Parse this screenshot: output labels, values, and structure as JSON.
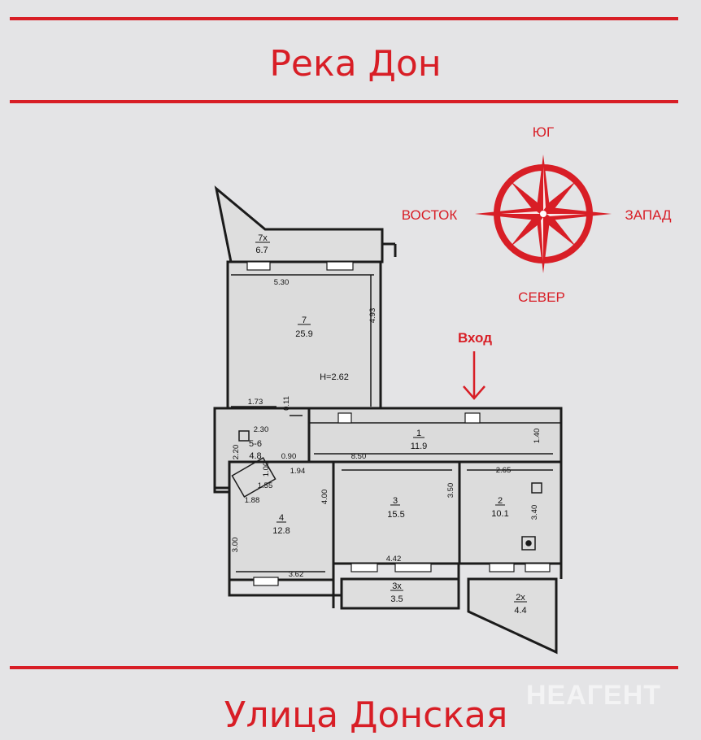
{
  "labels": {
    "river": "Река Дон",
    "street": "Улица Донская",
    "entrance": "Вход",
    "watermark": "НЕАГЕНТ"
  },
  "compass": {
    "top": "ЮГ",
    "bottom": "СЕВЕР",
    "left": "ВОСТОК",
    "right": "ЗАПАД",
    "icon": "compass-rose-icon"
  },
  "rooms": {
    "r7x": {
      "num": "7х",
      "area": "6.7"
    },
    "r7": {
      "num": "7",
      "area": "25.9",
      "height": "H=2.62"
    },
    "r1": {
      "num": "1",
      "area": "11.9"
    },
    "r56": {
      "num": "5-6",
      "area": "4.8"
    },
    "r4": {
      "num": "4",
      "area": "12.8"
    },
    "r3": {
      "num": "3",
      "area": "15.5"
    },
    "r2": {
      "num": "2",
      "area": "10.1"
    },
    "r3x": {
      "num": "3х",
      "area": "3.5"
    },
    "r2x": {
      "num": "2х",
      "area": "4.4"
    }
  },
  "dims": {
    "d530": "5.30",
    "d493": "4.93",
    "d173": "1.73",
    "d011": "0.11",
    "d230": "2.30",
    "d220": "2.20",
    "d100": "1.00",
    "d090": "0.90",
    "d850": "8.50",
    "d140": "1.40",
    "d194": "1.94",
    "d265": "2.65",
    "d155": "1.55",
    "d188": "1.88",
    "d400": "4.00",
    "d350": "3.50",
    "d340": "3.40",
    "d300": "3.00",
    "d362": "3.62",
    "d442": "4.42"
  },
  "colors": {
    "accent": "#d81e26",
    "wall": "#1b1b1b",
    "background": "#e4e4e6"
  }
}
